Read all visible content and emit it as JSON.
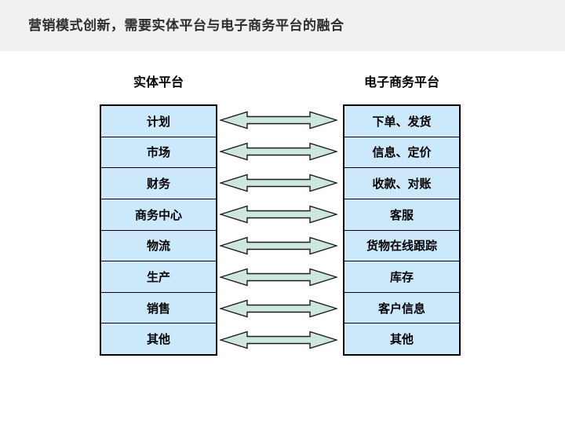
{
  "title": "营销模式创新，需要实体平台与电子商务平台的融合",
  "left_platform": {
    "header": "实体平台",
    "rows": [
      "计划",
      "市场",
      "财务",
      "商务中心",
      "物流",
      "生产",
      "销售",
      "其他"
    ]
  },
  "right_platform": {
    "header": "电子商务平台",
    "rows": [
      "下单、发货",
      "信息、定价",
      "收款、对账",
      "客服",
      "货物在线跟踪",
      "库存",
      "客户信息",
      "其他"
    ]
  },
  "connectors": {
    "icon": "double-arrow",
    "count": 8
  },
  "colors": {
    "top_band": "#f1f1f1",
    "cell_fill": "#cce9fb",
    "arrow_fill": "#cde6e0",
    "border": "#000000",
    "title_text": "#2e2e2e"
  }
}
